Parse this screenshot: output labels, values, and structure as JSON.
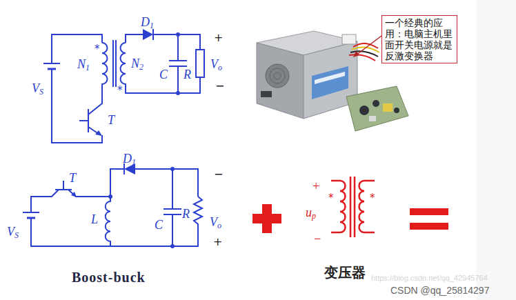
{
  "diagram": {
    "nodes": [
      {
        "text": [
          "一个经典的应用：电脑主机里面开关电源就是反激变换器"
        ]
      }
    ],
    "labels": [
      "D1",
      "*",
      "*",
      "N1",
      "N2",
      "+",
      "Vo",
      "−",
      "C",
      "R",
      "VS",
      "T",
      "T",
      "D1",
      "VS",
      "L",
      "C",
      "R",
      "−",
      "Vo",
      "+",
      "Boost-buck",
      "+",
      "up",
      "−",
      "*",
      "*",
      "变压器",
      "https://blog.csdn.net/qq_42945764",
      "CSDN @qq_25814297"
    ]
  }
}
